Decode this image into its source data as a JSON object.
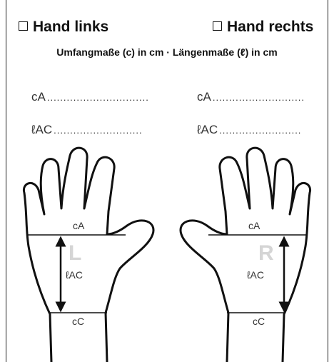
{
  "header": {
    "left_title": "Hand links",
    "right_title": "Hand rechts",
    "subtitle": "Umfangmaße (c) in cm · Längenmaße (ℓ) in cm"
  },
  "fields": {
    "left": {
      "ca": "cA",
      "pac": "ℓAC",
      "dots_ca": "...............................",
      "dots_pac": "..........................."
    },
    "right": {
      "ca": "cA",
      "pac": "ℓAC",
      "dots_ca": "............................",
      "dots_pac": "........................."
    }
  },
  "left_hand": {
    "ca_label": "cA",
    "pac_label": "ℓAC",
    "cc_label": "cC",
    "side_letter": "L"
  },
  "right_hand": {
    "ca_label": "cA",
    "pac_label": "ℓAC",
    "cc_label": "cC",
    "side_letter": "R"
  }
}
